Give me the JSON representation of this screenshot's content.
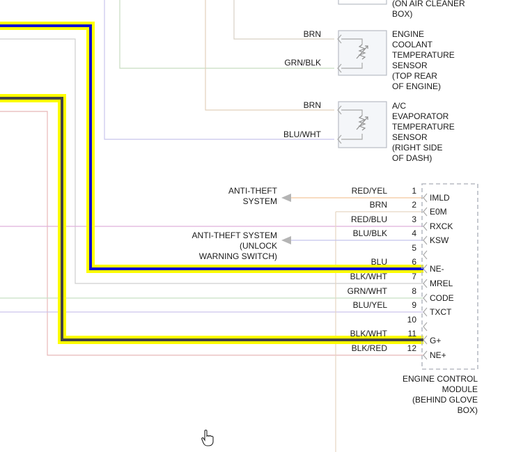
{
  "components": {
    "air_cleaner_tail": "(ON AIR CLEANER\nBOX)",
    "ect_sensor": "ENGINE\nCOOLANT\nTEMPERATURE\nSENSOR\n(TOP REAR\nOF ENGINE)",
    "ac_sensor": "A/C\nEVAPORATOR\nTEMPERATURE\nSENSOR\n(RIGHT SIDE\nOF DASH)",
    "ecm": "ENGINE CONTROL\nMODULE\n(BEHIND GLOVE\nBOX)"
  },
  "sensor_wires": {
    "ect_top": "BRN",
    "ect_bottom": "GRN/BLK",
    "ac_top": "BRN",
    "ac_bottom": "BLU/WHT"
  },
  "external_labels": {
    "anti_theft": "ANTI-THEFT\nSYSTEM",
    "anti_theft_unlock": "ANTI-THEFT SYSTEM\n(UNLOCK\nWARNING SWITCH)"
  },
  "ecm_pins": [
    {
      "num": "1",
      "wire": "RED/YEL",
      "name": "IMLD"
    },
    {
      "num": "2",
      "wire": "BRN",
      "name": "E0M"
    },
    {
      "num": "3",
      "wire": "RED/BLU",
      "name": "RXCK"
    },
    {
      "num": "4",
      "wire": "BLU/BLK",
      "name": "KSW"
    },
    {
      "num": "5",
      "wire": "",
      "name": ""
    },
    {
      "num": "6",
      "wire": "BLU",
      "name": "NE-"
    },
    {
      "num": "7",
      "wire": "BLK/WHT",
      "name": "MREL"
    },
    {
      "num": "8",
      "wire": "GRN/WHT",
      "name": "CODE"
    },
    {
      "num": "9",
      "wire": "BLU/YEL",
      "name": "TXCT"
    },
    {
      "num": "10",
      "wire": "",
      "name": ""
    },
    {
      "num": "11",
      "wire": "BLK/WHT",
      "name": "G+"
    },
    {
      "num": "12",
      "wire": "BLK/RED",
      "name": "NE+"
    }
  ],
  "colors": {
    "highlight": "#ffff00",
    "blue_wire": "#1010d0",
    "black_wire": "#444444",
    "box_border": "#b8bcc4"
  },
  "icons": {
    "cursor": "hand-pointer-icon"
  }
}
